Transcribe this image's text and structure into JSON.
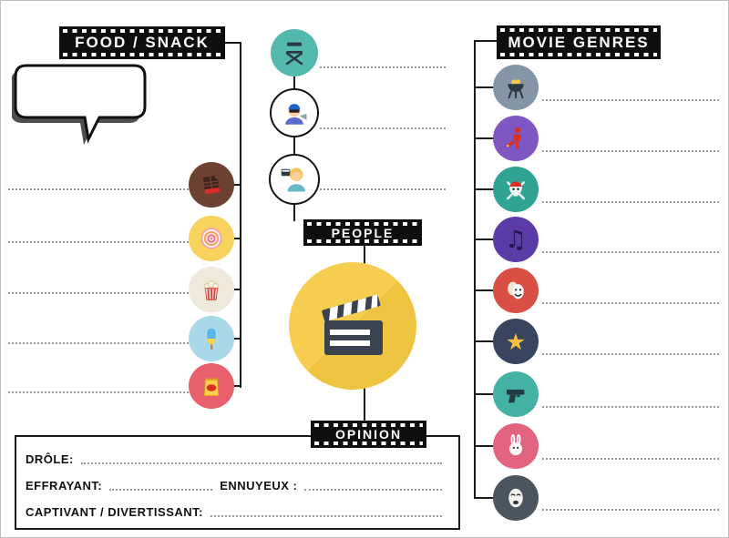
{
  "titles": {
    "food_snack": "FOOD / SNACK",
    "people": "PEOPLE",
    "movie_genres": "MOVIE GENRES",
    "opinion": "OPINION"
  },
  "opinion_box": {
    "drole": "DRÔLE:",
    "effrayant": "EFFRAYANT:",
    "ennuyeux": "ENNUYEUX :",
    "captivant": "CAPTIVANT / DIVERTISSANT:"
  },
  "colors": {
    "header_bg": "#0f0f0f",
    "header_text": "#ffffff",
    "connector_line": "#1b1b1b",
    "answer_dots": "#9a9a9a",
    "center_circle": "#f3c84b"
  },
  "food_icons": [
    {
      "name": "chocolate-icon",
      "bg": "#6d4233"
    },
    {
      "name": "candy-swirl-icon",
      "bg": "#f7d35e"
    },
    {
      "name": "popcorn-icon",
      "bg": "#efe9dc"
    },
    {
      "name": "popsicle-icon",
      "bg": "#a9d8e8"
    },
    {
      "name": "chips-icon",
      "bg": "#e85f6d"
    }
  ],
  "people_icons": [
    {
      "name": "director-chair-icon",
      "bg": "#52b9ac"
    },
    {
      "name": "film-director-icon",
      "bg": "#ffffff"
    },
    {
      "name": "clapperboard-person-icon",
      "bg": "#ffffff"
    }
  ],
  "genre_icons": [
    {
      "name": "grill-icon",
      "bg": "#8496a5"
    },
    {
      "name": "action-figure-icon",
      "bg": "#7e57c2"
    },
    {
      "name": "pirate-skull-icon",
      "bg": "#2fa493"
    },
    {
      "name": "music-notes-icon",
      "bg": "#5b3ba6",
      "glyph": "♫"
    },
    {
      "name": "comedy-masks-icon",
      "bg": "#d94f43"
    },
    {
      "name": "sheriff-badge-icon",
      "bg": "#39455e",
      "glyph": "★"
    },
    {
      "name": "pistol-icon",
      "bg": "#43b1a4"
    },
    {
      "name": "rabbit-icon",
      "bg": "#e2647e"
    },
    {
      "name": "tragedy-mask-icon",
      "bg": "#4a5560"
    }
  ],
  "center_icon": {
    "name": "clapperboard-icon"
  }
}
